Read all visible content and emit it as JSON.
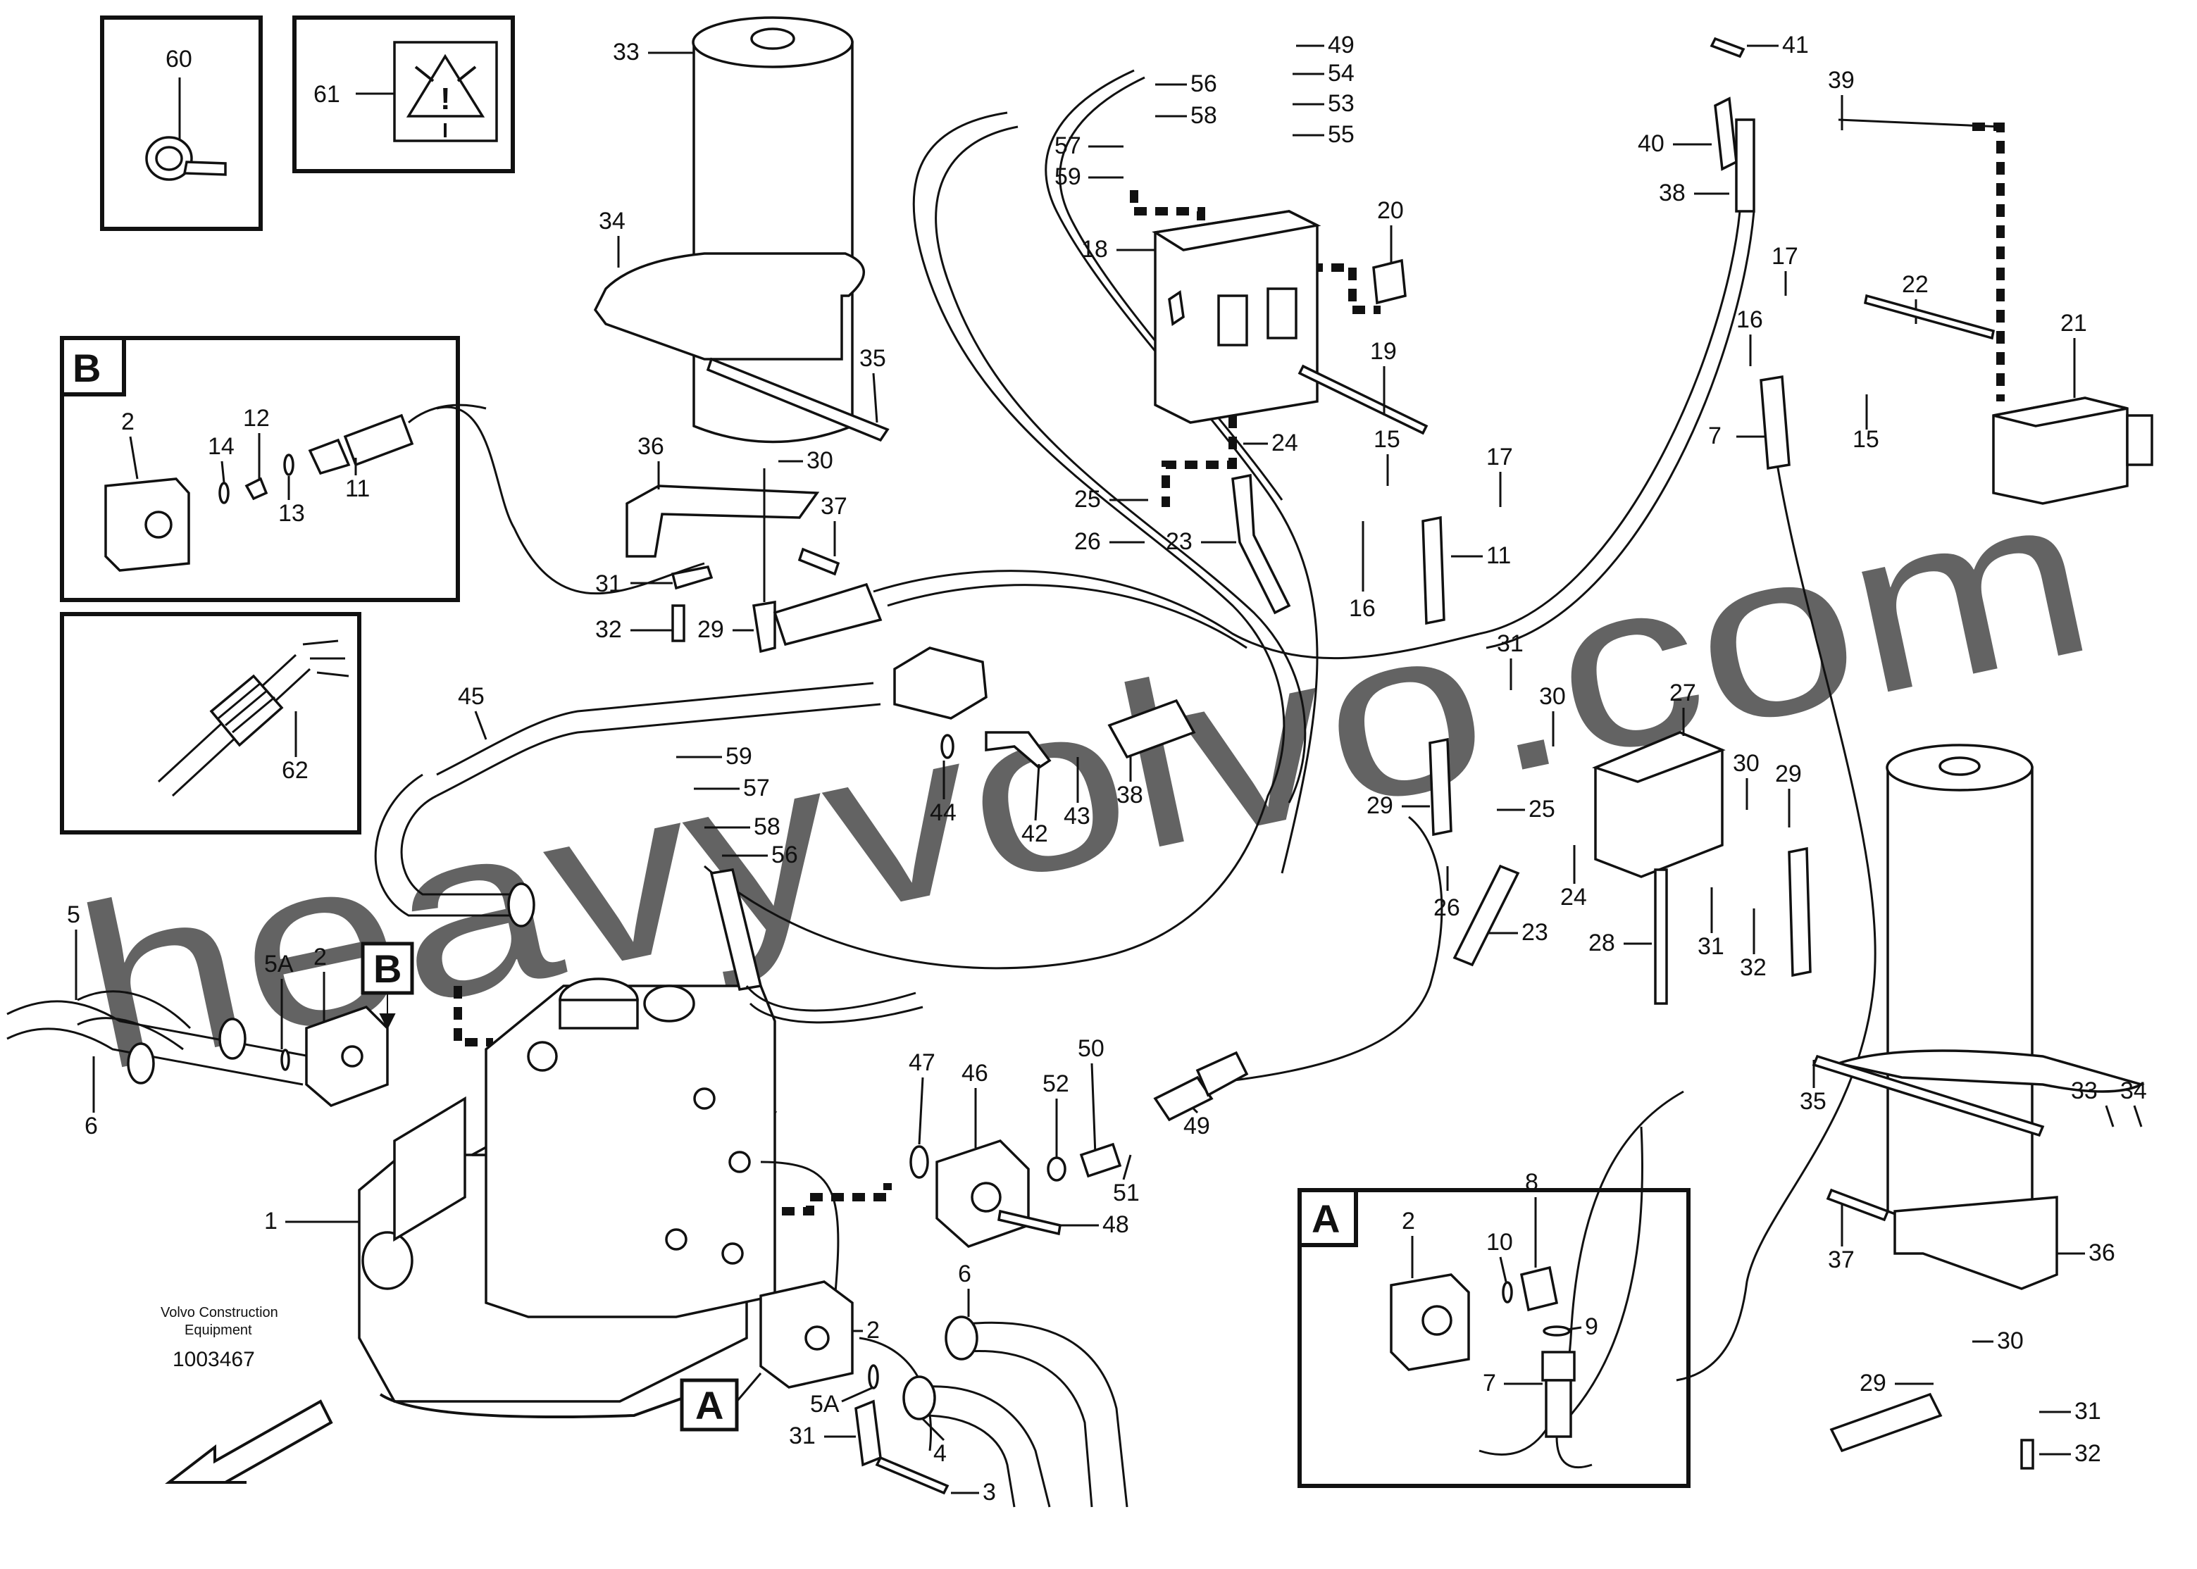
{
  "watermark": "heavyvolvo.com",
  "brand_line1": "Volvo Construction",
  "brand_line2": "Equipment",
  "drawing_number": "1003467",
  "inset_labels": {
    "a": "A",
    "b": "B",
    "a_callout": "A",
    "b_callout": "B"
  },
  "callouts": {
    "p60": "60",
    "p61": "61",
    "p33a": "33",
    "p34a": "34",
    "p35a": "35",
    "p36a": "36",
    "p37a": "37",
    "p30a": "30",
    "p31a": "31",
    "p32a": "32",
    "p29a": "29",
    "p49a": "49",
    "p54": "54",
    "p53": "53",
    "p55": "55",
    "p56a": "56",
    "p58a": "58",
    "p57a": "57",
    "p59a": "59",
    "p18": "18",
    "p20": "20",
    "p19": "19",
    "p24a": "24",
    "p15a": "15",
    "p17a": "17",
    "p25a": "25",
    "p26a": "26",
    "p23a": "23",
    "p11a": "11",
    "p16a": "16",
    "p41": "41",
    "p39": "39",
    "p40": "40",
    "p38a": "38",
    "p17b": "17",
    "p22": "22",
    "p21": "21",
    "p16b": "16",
    "p15b": "15",
    "p7a": "7",
    "pB2": "2",
    "p12": "12",
    "p14": "14",
    "p13": "13",
    "p11b": "11",
    "p62": "62",
    "p45": "45",
    "p59b": "59",
    "p57b": "57",
    "p58b": "58",
    "p56b": "56",
    "p44": "44",
    "p42": "42",
    "p43": "43",
    "p38b": "38",
    "p31b": "31",
    "p30b": "30",
    "p27": "27",
    "p29b": "29",
    "p25b": "25",
    "p26b": "26",
    "p24b": "24",
    "p23b": "23",
    "p28": "28",
    "p30c": "30",
    "p29c": "29",
    "p31c": "31",
    "p32b": "32",
    "p5": "5",
    "p5A": "5A",
    "p2": "2",
    "p6a": "6",
    "p1": "1",
    "p47": "47",
    "p46": "46",
    "p52": "52",
    "p50": "50",
    "p51": "51",
    "p49b": "49",
    "p48": "48",
    "p6b": "6",
    "p2b": "2",
    "p5Ab": "5A",
    "p4": "4",
    "p31d": "31",
    "p3": "3",
    "pA2": "2",
    "p8": "8",
    "p10": "10",
    "p9": "9",
    "p7b": "7",
    "p33b": "33",
    "p34b": "34",
    "p35b": "35",
    "p37b": "37",
    "p36b": "36",
    "p30d": "30",
    "p29d": "29",
    "p31e": "31",
    "p32c": "32"
  }
}
